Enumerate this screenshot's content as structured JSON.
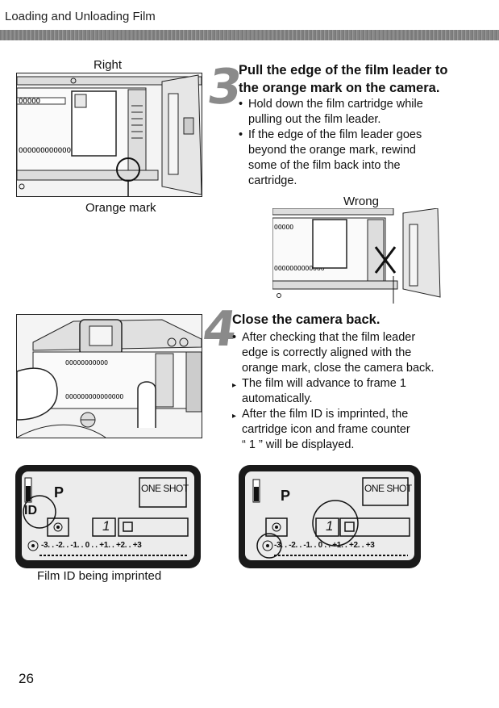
{
  "header": {
    "title": "Loading and Unloading Film"
  },
  "figures": {
    "fig1": {
      "top_label": "Right",
      "bottom_label": "Orange mark"
    },
    "wrong": {
      "label": "Wrong"
    },
    "lcd1": {
      "mode": "P",
      "badge": "ONE SHOT",
      "id_label": "ID",
      "frame": "1",
      "scale": "-3. . -2. . -1. . 0 . . +1. . +2. . +3",
      "caption": "Film ID being imprinted"
    },
    "lcd2": {
      "mode": "P",
      "badge": "ONE SHOT",
      "frame": "1",
      "scale": "-3. . -2. . -1. . 0 . . +1. . +2. . +3"
    }
  },
  "step3": {
    "number": "3",
    "heading_line1": "Pull the edge of the film leader to",
    "heading_line2": "the orange mark on the camera.",
    "bullets": [
      [
        "Hold down the film cartridge while",
        "pulling out the film leader."
      ],
      [
        "If the edge of the film leader goes",
        "beyond the orange mark, rewind",
        "some of the film back into the",
        "cartridge."
      ]
    ]
  },
  "step4": {
    "number": "4",
    "heading": "Close the camera back.",
    "bullets": [
      [
        "After checking that the film leader",
        "edge is correctly aligned with the",
        "orange mark, close the camera back."
      ],
      [
        "The film will advance to frame 1",
        "automatically."
      ],
      [
        "After the film ID is imprinted, the",
        "cartridge icon and frame counter",
        "“ 1 ” will be displayed."
      ]
    ]
  },
  "page_number": "26"
}
